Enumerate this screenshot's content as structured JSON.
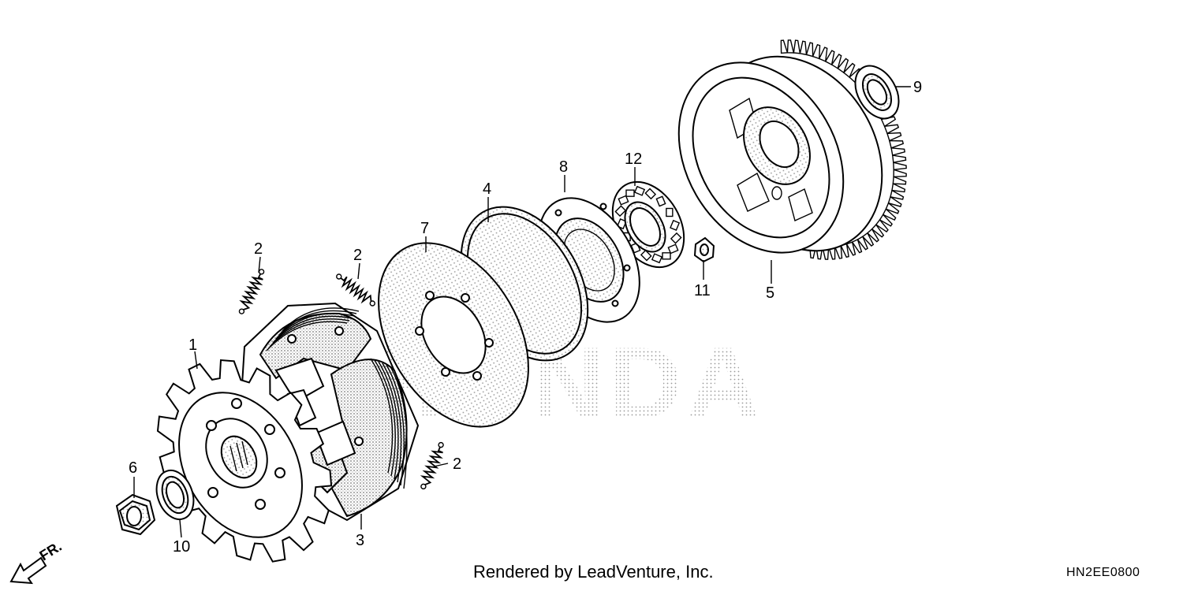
{
  "callouts": {
    "c1": "1",
    "c2a": "2",
    "c2b": "2",
    "c2c": "2",
    "c3": "3",
    "c4": "4",
    "c5": "5",
    "c6": "6",
    "c7": "7",
    "c8": "8",
    "c9": "9",
    "c10": "10",
    "c11": "11",
    "c12": "12"
  },
  "front_label": "FR.",
  "footer": {
    "credit": "Rendered by LeadVenture, Inc.",
    "diagram_code": "HN2EE0800"
  },
  "watermark": "HONDA"
}
